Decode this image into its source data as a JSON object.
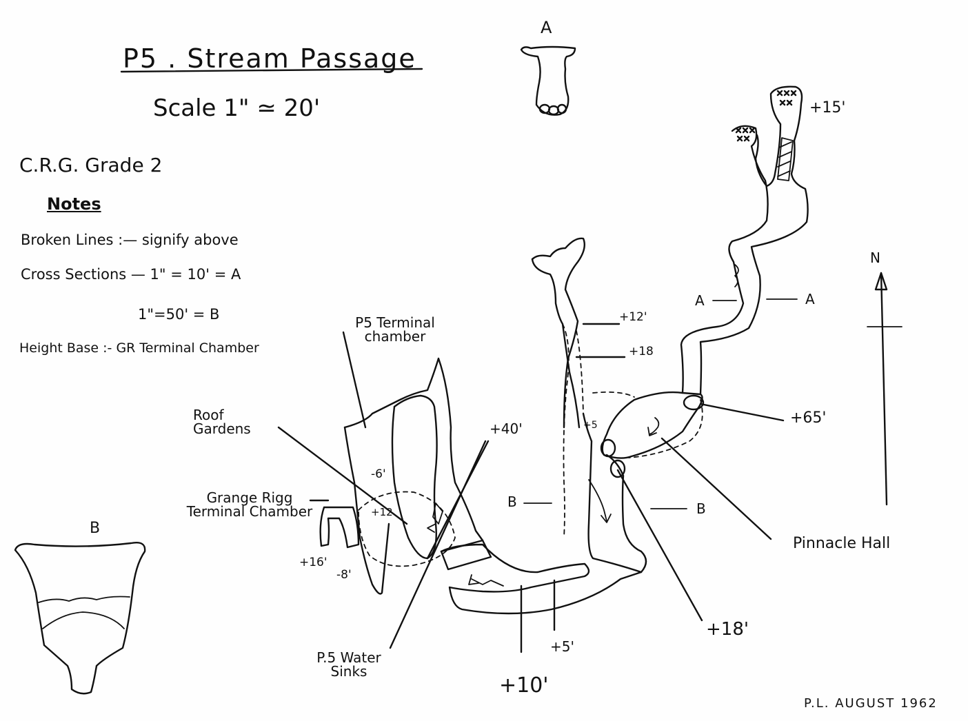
{
  "title": "P5 . Stream Passage",
  "scale": "Scale 1\" ≃ 20'",
  "grade": "C.R.G. Grade 2",
  "notes": {
    "heading": "Notes",
    "broken_lines": "Broken Lines :— signify above",
    "cross_sections": "Cross Sections — 1\" = 10' = A",
    "scale_b": "1\"=50' = B",
    "height_base": "Height Base :- GR Terminal Chamber"
  },
  "section_a_label": "A",
  "section_b_label": "B",
  "labels": {
    "terminal_chamber": "P5 Terminal chamber",
    "roof_gardens": "Roof Gardens",
    "grange_rigg": "Grange Rigg Terminal Chamber",
    "water_sinks": "P.5 Water Sinks",
    "pinnacle_hall": "Pinnacle Hall",
    "north": "N",
    "a_left": "A",
    "a_right": "A",
    "b_left": "B",
    "b_right": "B"
  },
  "heights": {
    "h15": "+15'",
    "h12a": "+12'",
    "h18a": "+18",
    "h65": "+65'",
    "h40": "+40'",
    "h5small": "+5",
    "h6": "-6'",
    "h12b": "+12",
    "h16": "+16'",
    "h8": "-8'",
    "h18b": "+18'",
    "h5": "+5'",
    "h10": "+10'"
  },
  "signature": "P.L. AUGUST 1962"
}
